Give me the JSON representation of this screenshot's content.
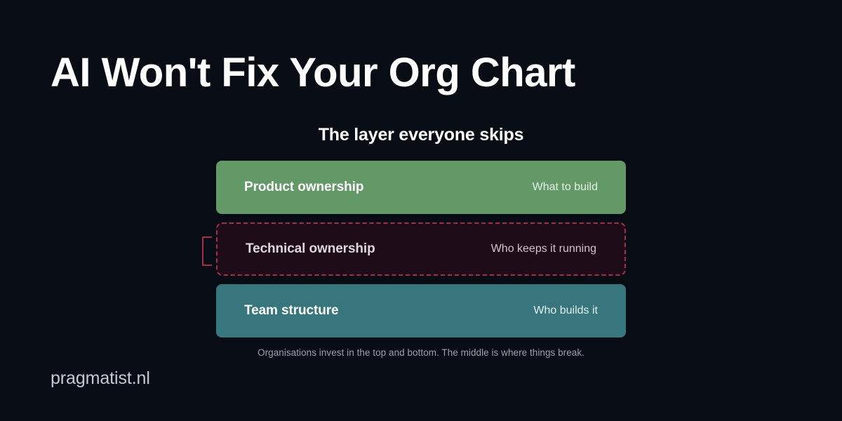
{
  "headline": "AI Won't Fix Your Org Chart",
  "figure": {
    "title": "The layer everyone skips",
    "rows": [
      {
        "label": "Product ownership",
        "note": "What to build"
      },
      {
        "label": "Technical ownership",
        "note": "Who keeps it running"
      },
      {
        "label": "Team structure",
        "note": "Who builds it"
      }
    ],
    "caption": "Organisations invest in the top and bottom. The middle is where things break."
  },
  "footer": {
    "site": "pragmatist.nl"
  },
  "colors": {
    "background": "#080c14",
    "top_row": "#629967",
    "middle_row_fill": "#1e0c19",
    "middle_row_border": "#a33048",
    "bottom_row": "#36767c",
    "headline_text": "#ffffff",
    "caption_text": "#9aa2b0",
    "footer_text": "#c3cad6"
  }
}
